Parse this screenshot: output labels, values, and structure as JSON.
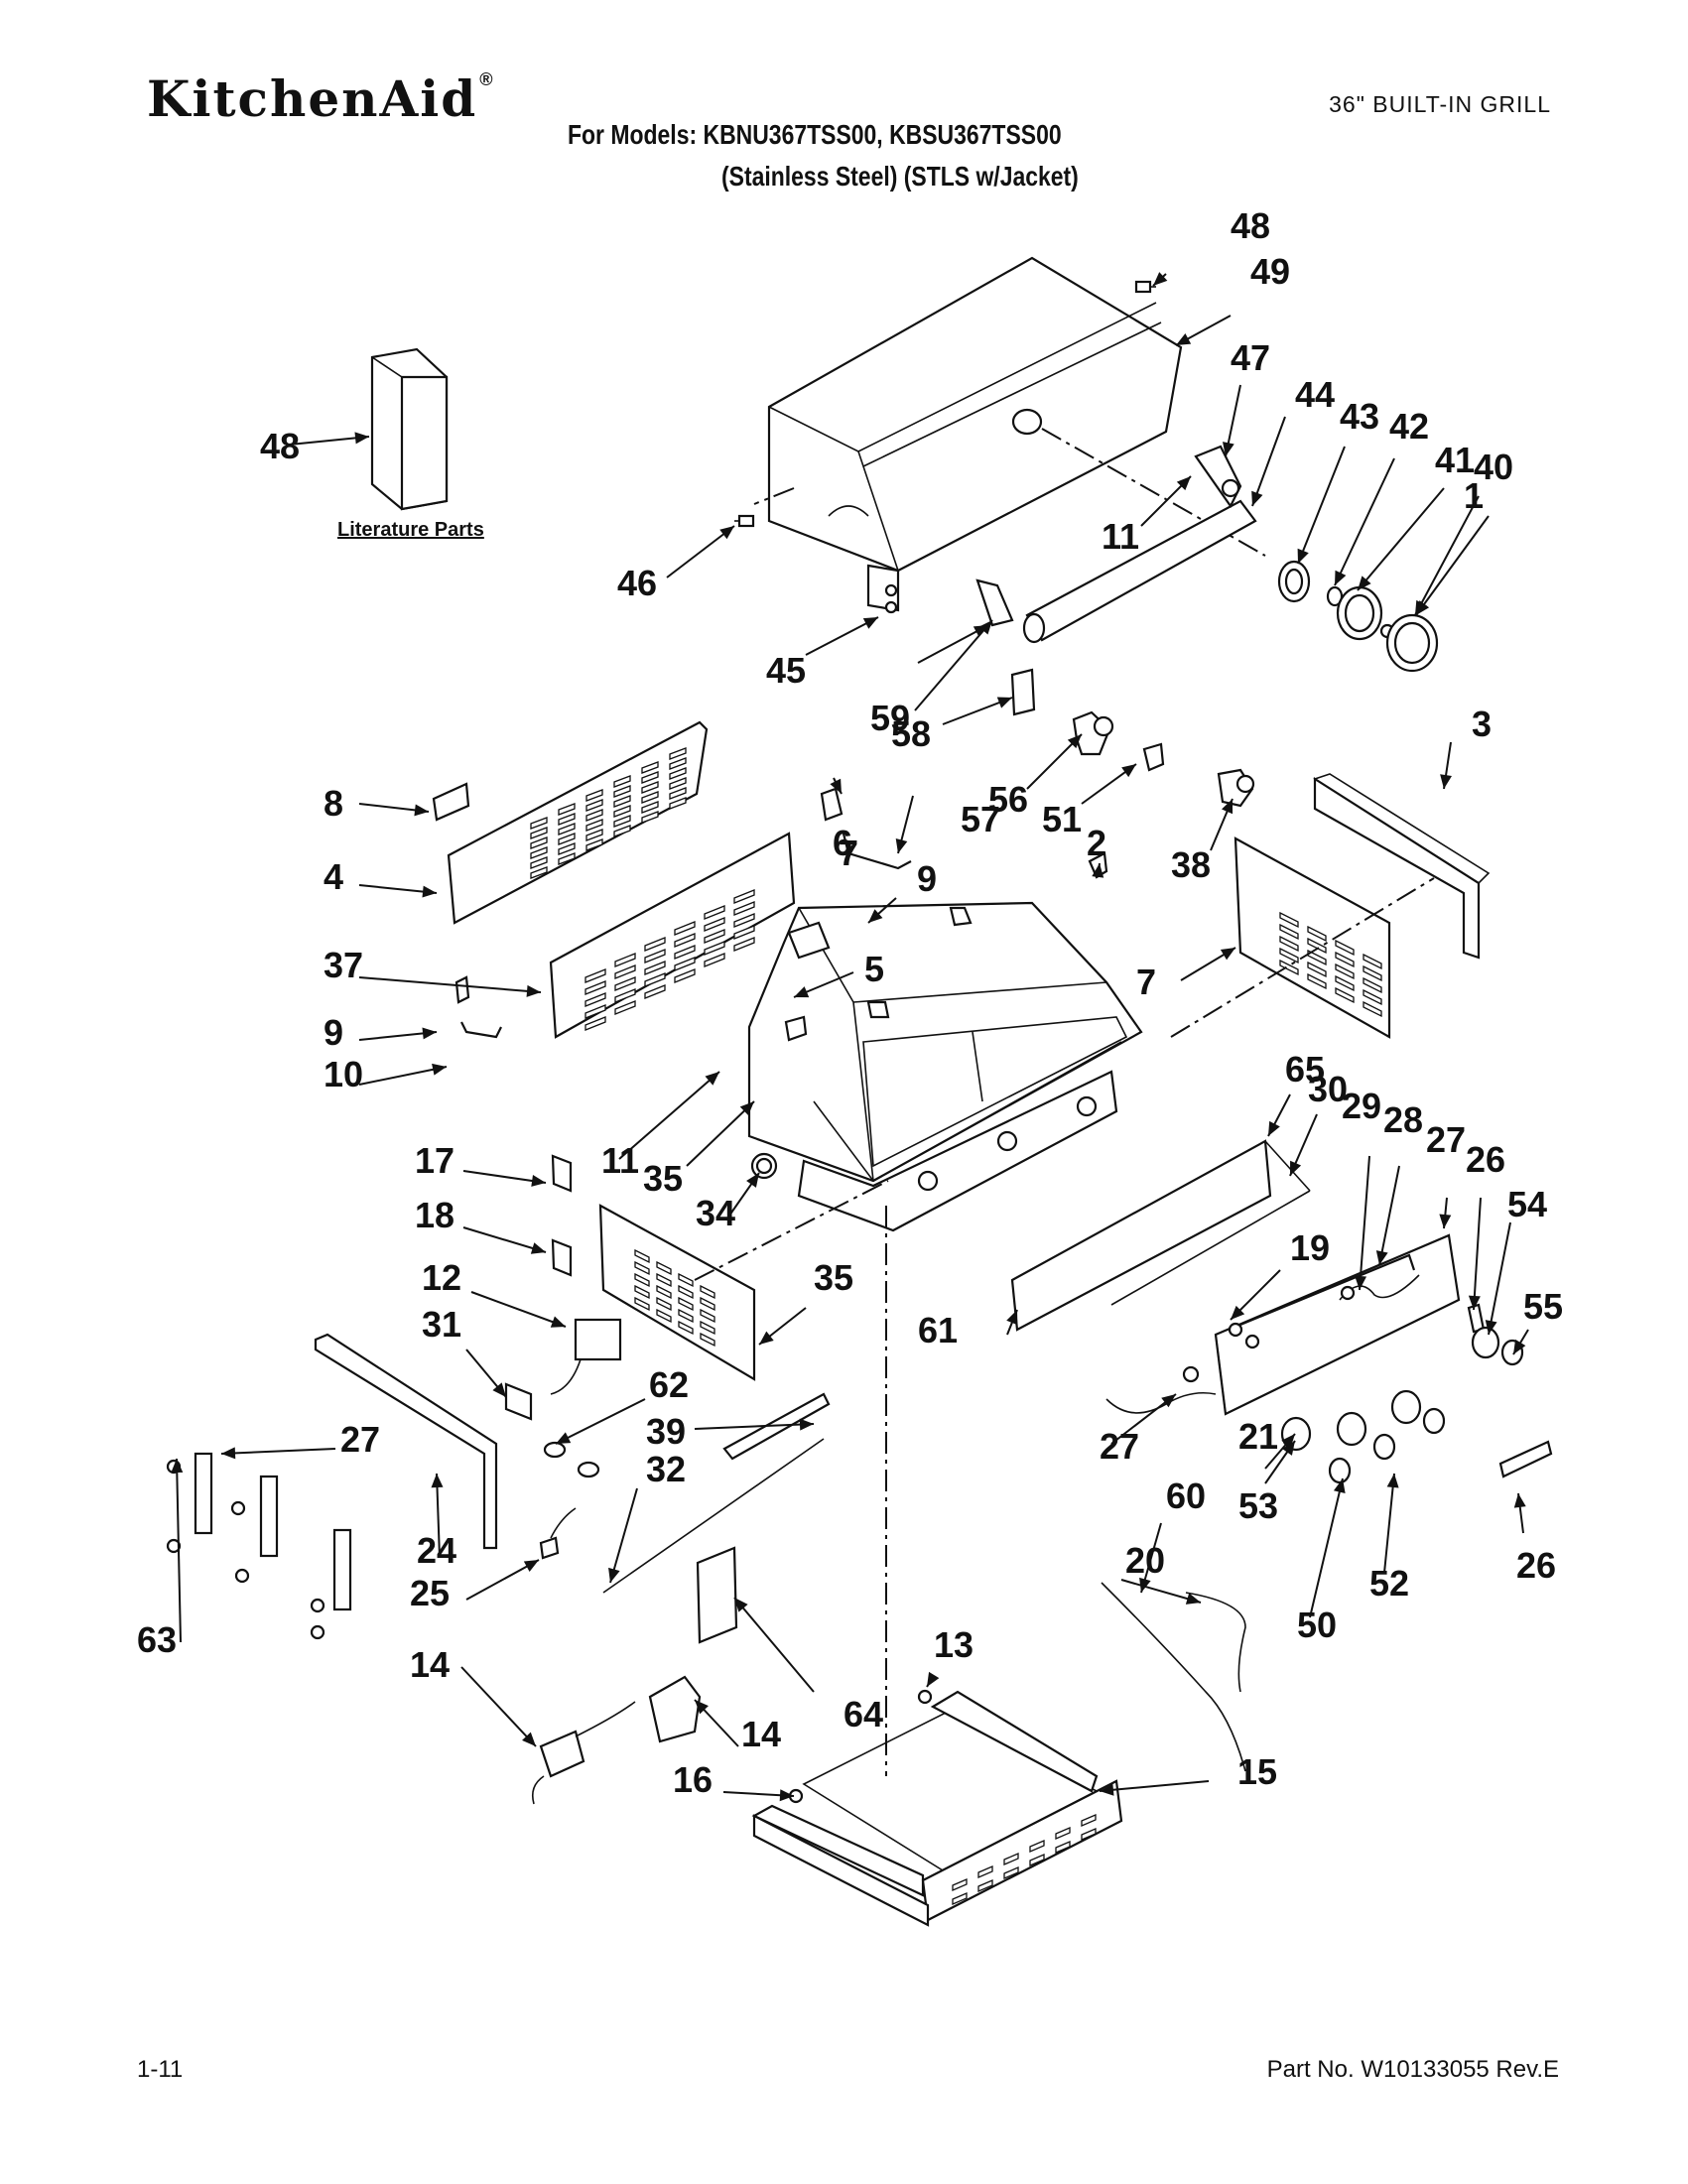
{
  "header": {
    "brand": "KitchenAid",
    "brand_mark": "®",
    "title": "36\" BUILT-IN GRILL",
    "models_line": "For Models: KBNU367TSS00, KBSU367TSS00",
    "finish_line": "(Stainless Steel) (STLS w/Jacket)"
  },
  "literature_label": "Literature Parts",
  "footer": {
    "page": "1-11",
    "part_number": "Part No. W10133055 Rev.E"
  },
  "callouts": [
    "48",
    "49",
    "47",
    "44",
    "43",
    "42",
    "41",
    "40",
    "1",
    "48",
    "46",
    "11",
    "45",
    "6",
    "59",
    "7",
    "58",
    "57",
    "56",
    "51",
    "38",
    "2",
    "3",
    "8",
    "4",
    "9",
    "37",
    "5",
    "7",
    "9",
    "10",
    "11",
    "35",
    "34",
    "65",
    "30",
    "29",
    "28",
    "27",
    "26",
    "54",
    "55",
    "17",
    "18",
    "12",
    "31",
    "35",
    "19",
    "61",
    "62",
    "39",
    "32",
    "27",
    "27",
    "21",
    "53",
    "60",
    "24",
    "20",
    "26",
    "25",
    "52",
    "50",
    "63",
    "14",
    "64",
    "13",
    "14",
    "15",
    "16"
  ]
}
